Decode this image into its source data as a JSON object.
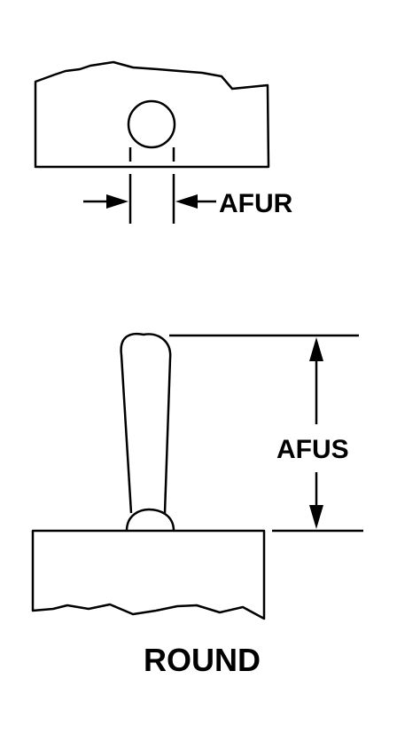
{
  "labels": {
    "top_dimension": "AFUR",
    "side_dimension": "AFUS",
    "caption": "ROUND"
  },
  "colors": {
    "ink": "#000000",
    "background": "#ffffff"
  }
}
